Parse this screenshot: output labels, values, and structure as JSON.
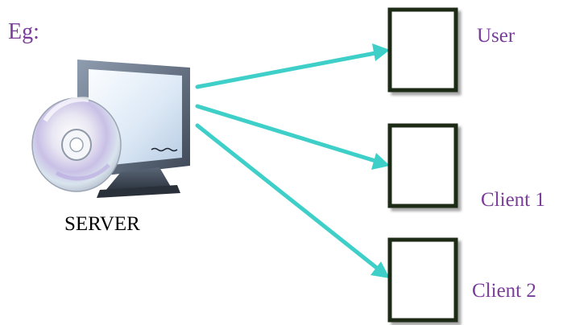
{
  "eg_label": "Eg:",
  "server": {
    "label": "SERVER",
    "icon": "server-computer-with-cd-icon"
  },
  "nodes": [
    {
      "label": "User"
    },
    {
      "label": "Client 1"
    },
    {
      "label": "Client 2"
    }
  ],
  "colors": {
    "arrow": "#3fcfc9",
    "label_text": "#7a3d9a",
    "box_border": "#1a2a12"
  }
}
